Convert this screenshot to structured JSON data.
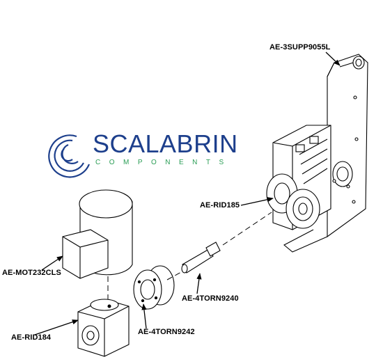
{
  "logo": {
    "name": "SCALABRIN",
    "tagline": "COMPONENTS",
    "primary_color": "#1d3f8c",
    "accent_color": "#2a9d55"
  },
  "parts": [
    {
      "id": "supp",
      "label": "AE-3SUPP9055L"
    },
    {
      "id": "rid185",
      "label": "AE-RID185"
    },
    {
      "id": "mot",
      "label": "AE-MOT232CLS"
    },
    {
      "id": "torn9240",
      "label": "AE-4TORN9240"
    },
    {
      "id": "rid184",
      "label": "AE-RID184"
    },
    {
      "id": "torn9242",
      "label": "AE-4TORN9242"
    }
  ]
}
